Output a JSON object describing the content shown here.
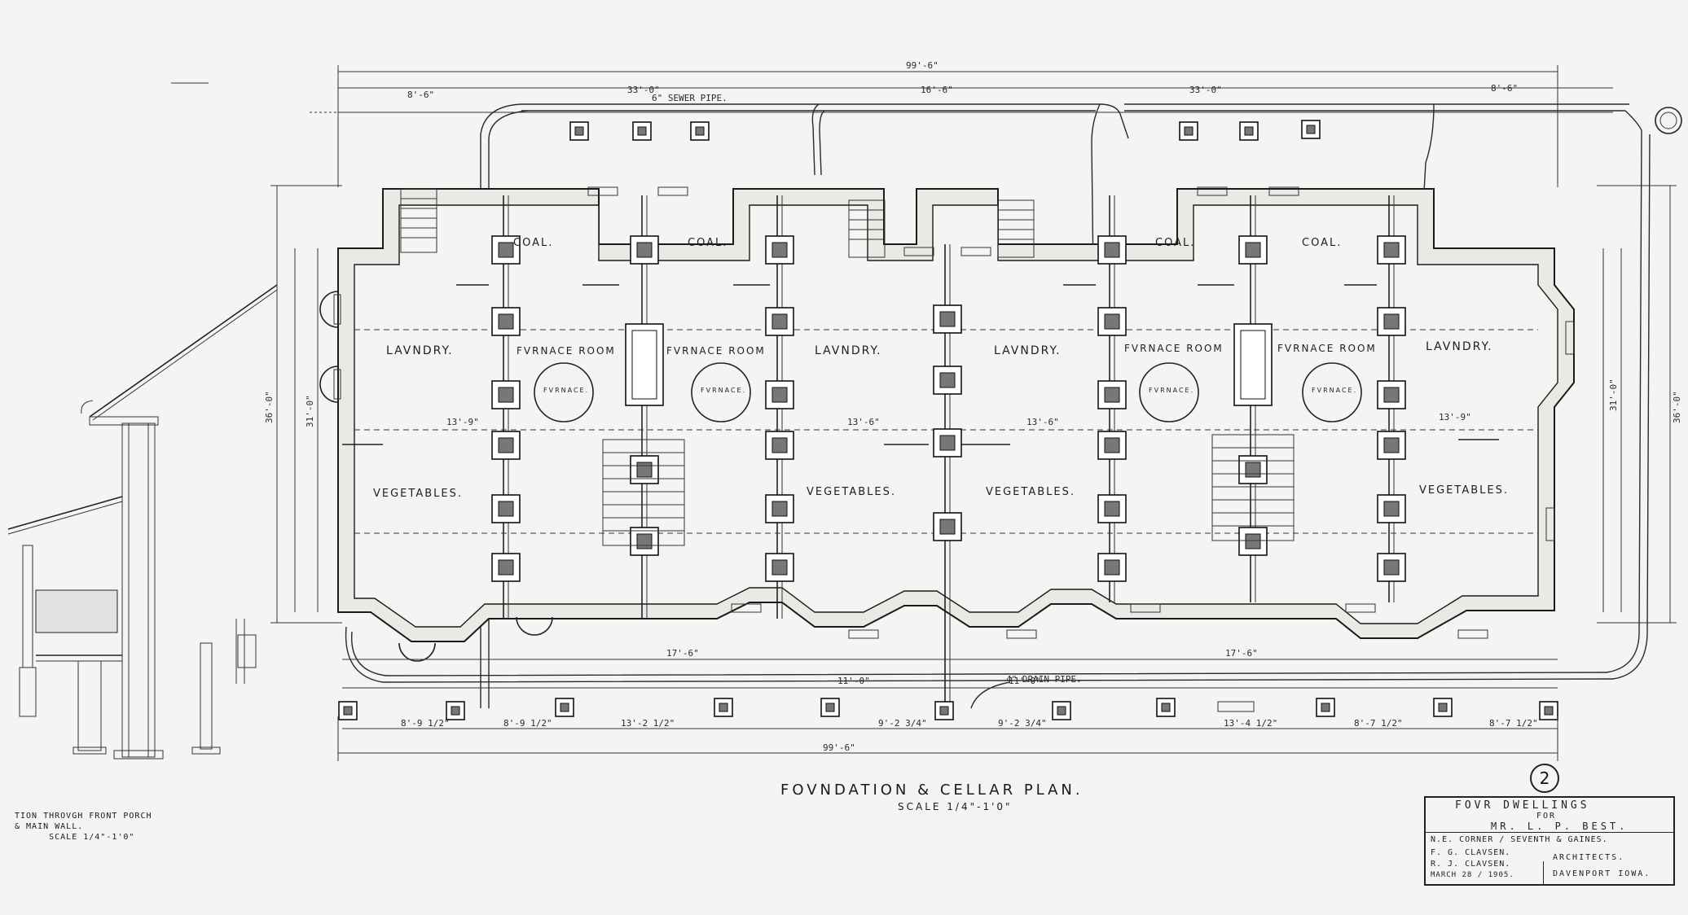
{
  "plan": {
    "title": "FOVNDATION & CELLAR PLAN.",
    "scale": "SCALE 1/4\"-1'0\"",
    "sheet_number": "2"
  },
  "title_block": {
    "line1": "FOVR DWELLINGS",
    "line2": "FOR",
    "line3": "MR. L. P. BEST.",
    "line4": "N.E. CORNER / SEVENTH & GAINES.",
    "line5": "F. G. CLAVSEN.",
    "line6": "R. J. CLAVSEN.",
    "line7": "ARCHITECTS.",
    "line8": "MARCH 28 / 1905.",
    "line9": "DAVENPORT IOWA."
  },
  "section": {
    "title": "TION THROVGH FRONT PORCH\n& MAIN WALL.\n      SCALE 1/4\"-1'0\""
  },
  "rooms": {
    "coal_1": "COAL.",
    "coal_2": "COAL.",
    "coal_3": "COAL.",
    "coal_4": "COAL.",
    "laundry_1": "LAVNDRY.",
    "laundry_2": "LAVNDRY.",
    "laundry_3": "LAVNDRY.",
    "laundry_4": "LAVNDRY.",
    "furnace_room_1": "FVRNACE ROOM",
    "furnace_room_2": "FVRNACE ROOM",
    "furnace_room_3": "FVRNACE ROOM",
    "furnace_room_4": "FVRNACE ROOM",
    "furnace_1": "FVRNACE.",
    "furnace_2": "FVRNACE.",
    "furnace_3": "FVRNACE.",
    "furnace_4": "FVRNACE.",
    "vegetables_1": "VEGETABLES.",
    "vegetables_2": "VEGETABLES.",
    "vegetables_3": "VEGETABLES.",
    "vegetables_4": "VEGETABLES."
  },
  "dimensions": {
    "overall_top": "99'-6\"",
    "overall_bottom": "99'-6\"",
    "top_left_half": "33'-0\"",
    "top_center": "16'-6\"",
    "top_right_half": "33'-0\"",
    "left_offset": "8'-6\"",
    "right_offset": "8'-6\"",
    "depth_left": "36'-0\"",
    "depth_left_inner": "31'-0\"",
    "depth_right": "36'-0\"",
    "depth_right_inner": "31'-0\"",
    "room_width_1": "13'-9\"",
    "room_width_2": "13'-6\"",
    "room_width_3": "13'-6\"",
    "room_width_4": "13'-9\"",
    "front_1": "11'-0\"",
    "front_2": "11'-0\"",
    "front_3": "17'-6\"",
    "front_4": "17'-6\"",
    "bottom_1": "8'-9 1/2\"",
    "bottom_2": "8'-9 1/2\"",
    "bottom_3": "13'-2 1/2\"",
    "bottom_4": "9'-2 3/4\"",
    "bottom_5": "9'-2 3/4\"",
    "bottom_6": "13'-4 1/2\"",
    "bottom_7": "8'-7 1/2\"",
    "bottom_8": "8'-7 1/2\"",
    "drain": "4\" DRAIN PIPE.",
    "sewer": "6\" SEWER PIPE."
  }
}
